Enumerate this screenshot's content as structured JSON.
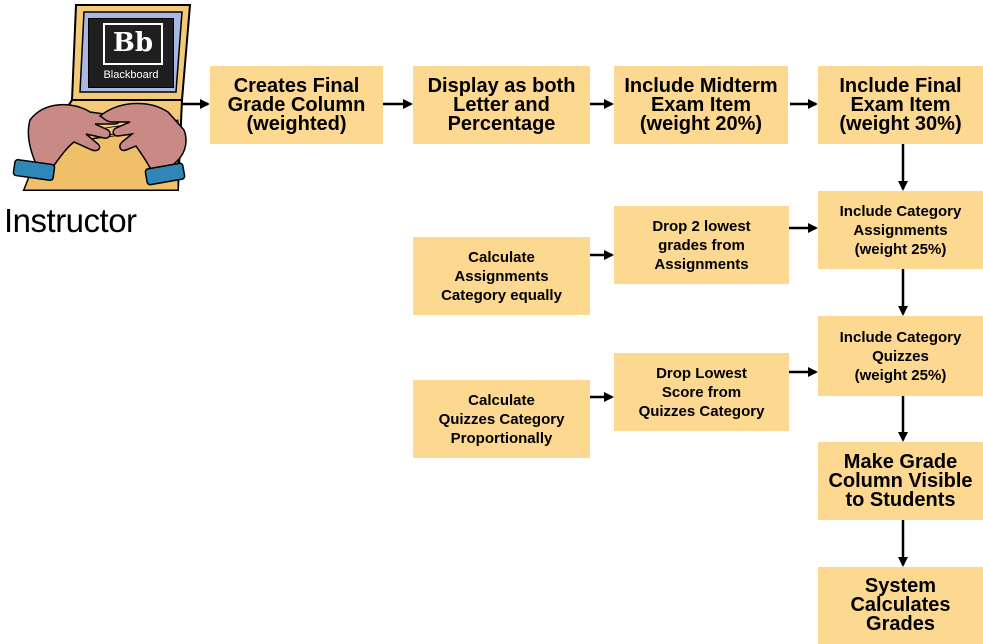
{
  "instructor": {
    "label": "Instructor",
    "logo_text": "Bb",
    "logo_caption": "Blackboard"
  },
  "steps": {
    "creates_final": "Creates Final\nGrade Column\n(weighted)",
    "display_both": "Display as both\nLetter and\nPercentage",
    "include_midterm": "Include Midterm\nExam Item\n(weight 20%)",
    "include_final": "Include Final\nExam Item\n(weight 30%)",
    "include_assignments": "Include Category\nAssignments\n(weight 25%)",
    "calc_assignments": "Calculate\nAssignments\nCategory equally",
    "drop_assignments": "Drop 2 lowest\ngrades from\nAssignments",
    "include_quizzes": "Include Category\nQuizzes\n(weight 25%)",
    "calc_quizzes": "Calculate\nQuizzes Category\nProportionally",
    "drop_quizzes": "Drop Lowest\nScore from\nQuizzes Category",
    "make_visible": "Make Grade\nColumn Visible\nto Students",
    "system_calculates": "System\nCalculates\nGrades"
  },
  "colors": {
    "box_fill": "#fcd891",
    "laptop_body": "#f5c97a",
    "screen": "#a9b8e0",
    "logo_bg": "#1f1f1f",
    "hand": "#c98a86",
    "cuff": "#2f87b8"
  }
}
